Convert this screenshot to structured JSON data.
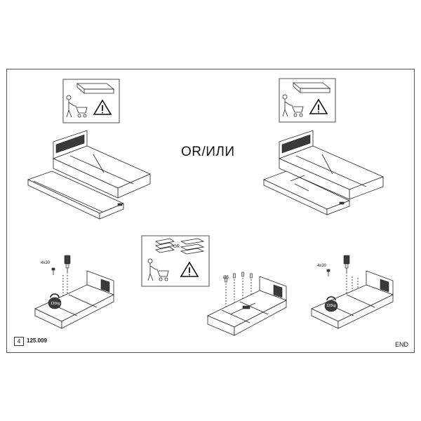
{
  "labels": {
    "or": "OR/ИЛИ",
    "end": "END",
    "page_number": "4",
    "code": "125.009",
    "screws_left": "4x30",
    "screws_right": "4x30",
    "dowel_size": "Ø5",
    "panel_or": "OR",
    "weight_left": "120kg",
    "weight_right": "120kg"
  },
  "icons": {
    "warning": "warning-triangle-icon",
    "worker": "worker-with-cart-icon",
    "screwdriver": "screwdriver-icon",
    "weight": "kettlebell-weight-icon"
  },
  "colors": {
    "line": "#222222",
    "frame": "#555555",
    "panel_dark": "#3a3a3a"
  }
}
